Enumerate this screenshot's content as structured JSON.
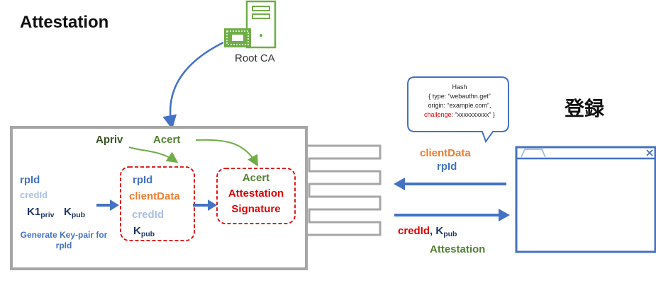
{
  "title": "Attestation",
  "registration_label": "登録",
  "root_ca": {
    "label": "Root CA"
  },
  "authenticator": {
    "key_labels": {
      "apriv": "Apriv",
      "acert": "Acert"
    },
    "inputs": {
      "rpid": "rpId",
      "credid": "credId",
      "k1": "K1",
      "priv": "priv",
      "k": "K",
      "pub": "pub"
    },
    "generate_text": {
      "line1": "Generate Key-pair for",
      "line2": "rpId"
    },
    "box1": {
      "rpid": "rpId",
      "clientdata": "clientData",
      "credid": "credId",
      "k": "K",
      "pub": "pub"
    },
    "box2": {
      "acert": "Acert",
      "attestation": "Attestation",
      "signature": "Signature"
    }
  },
  "bubble": {
    "line1": "Hash",
    "line2": "{ type: “webauthn.get”",
    "line3": "origin: “example.com”,",
    "line4_key": "challenge",
    "line4_val": ": “xxxxxxxxxx” }"
  },
  "flow_in": {
    "clientdata": "clientData",
    "rpid": "rpId"
  },
  "flow_out": {
    "credid": "credId",
    "comma": ", ",
    "k": "K",
    "pub": "pub",
    "attestation": "Attestation"
  },
  "colors": {
    "blue": "#4472c4",
    "light_blue": "#a9c0e4",
    "navy": "#1f3864",
    "orange": "#ed7d31",
    "green": "#548235",
    "red": "#e00000",
    "gray": "#a6a6a6",
    "server_green": "#70ad47"
  }
}
